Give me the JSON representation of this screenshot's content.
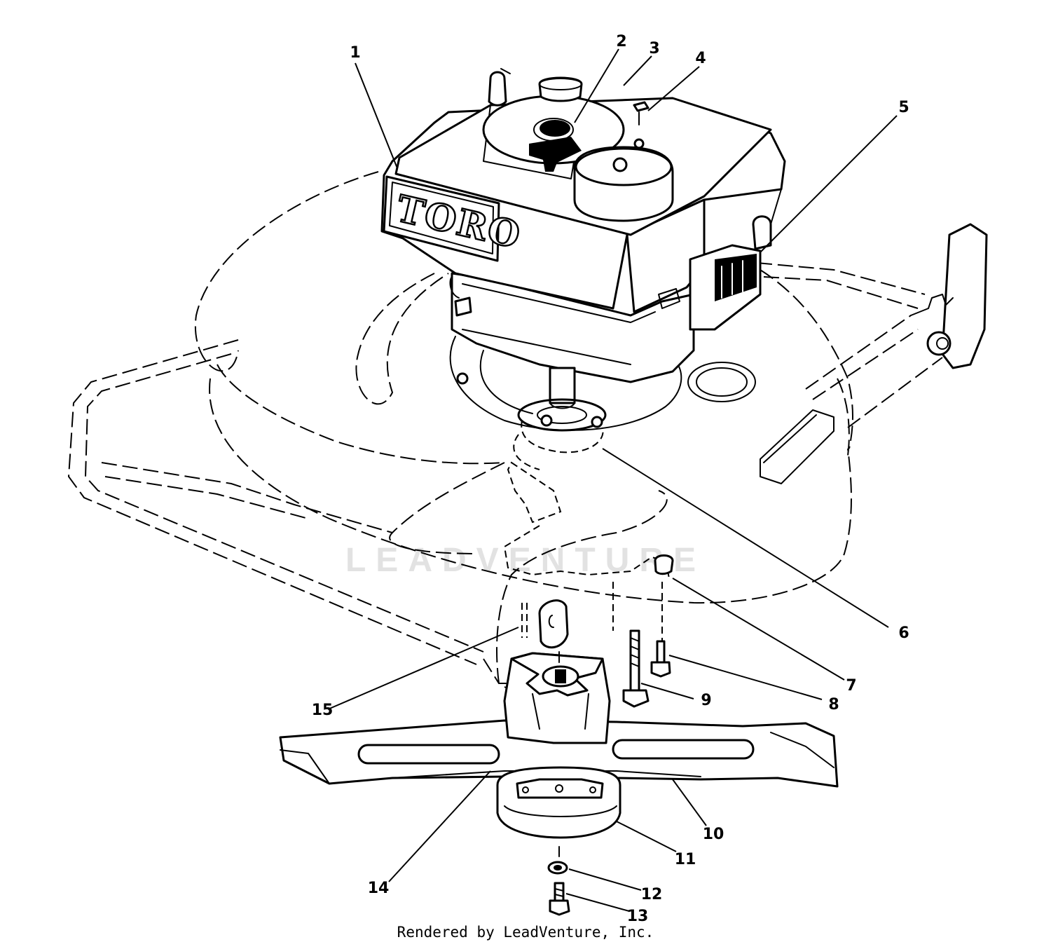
{
  "diagram": {
    "callouts": [
      "1",
      "2",
      "3",
      "4",
      "5",
      "6",
      "7",
      "8",
      "9",
      "10",
      "11",
      "12",
      "13",
      "14",
      "15"
    ],
    "brand_logo": "TORO",
    "watermark": "LEADVENTURE"
  },
  "footer": {
    "credit": "Rendered by LeadVenture, Inc."
  }
}
